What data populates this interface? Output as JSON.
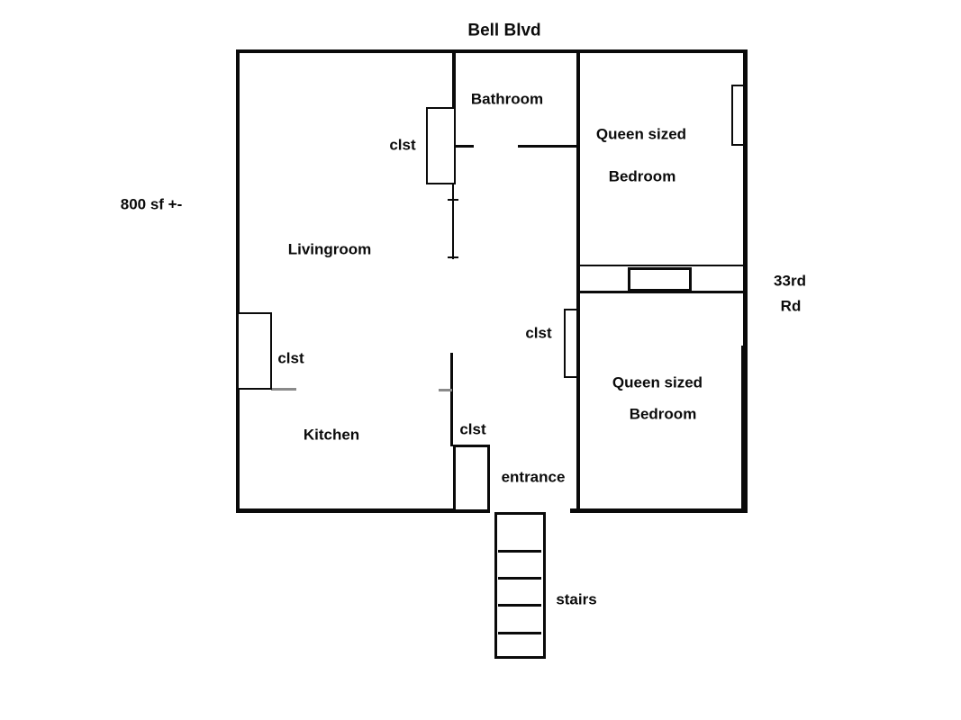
{
  "floor_plan": {
    "area_label": "800 sf +-",
    "streets": {
      "top": "Bell Blvd",
      "right_line1": "33rd",
      "right_line2": "Rd"
    },
    "rooms": {
      "livingroom": "Livingroom",
      "kitchen": "Kitchen",
      "bathroom": "Bathroom",
      "bedroom_top_line1": "Queen sized",
      "bedroom_top_line2": "Bedroom",
      "bedroom_bottom_line1": "Queen sized",
      "bedroom_bottom_line2": "Bedroom",
      "entrance": "entrance",
      "stairs": "stairs",
      "closet_label": "clst"
    },
    "colors": {
      "wall": "#0a0a0a",
      "partial_wall": "#8a8a8a",
      "background": "#ffffff",
      "text": "#0b0b0b"
    }
  }
}
